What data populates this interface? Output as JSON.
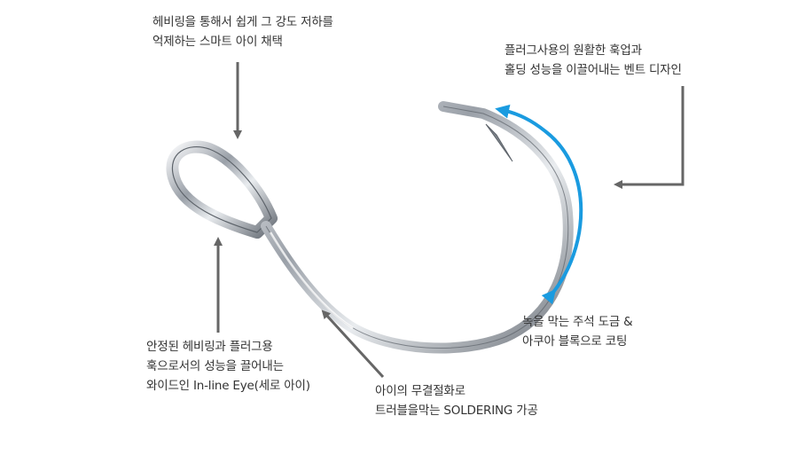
{
  "callouts": [
    {
      "lines": [
        "헤비링을 통해서 쉽게 그 강도 저하를",
        "억제하는 스마트 아이 채택"
      ]
    },
    {
      "lines": [
        "플러그사용의 원활한 훅업과",
        "홀딩 성능을 이끌어내는 벤트 디자인"
      ]
    },
    {
      "lines": [
        "녹을 막는 주석 도금 &",
        "아쿠아 블록으로 코팅"
      ]
    },
    {
      "lines": [
        "안정된 헤비링과 플러그용",
        "훅으로서의 성능을 끌어내는",
        "와이드인 In-line Eye(세로 아이)"
      ]
    },
    {
      "lines": [
        "아이의 무결절화로",
        "트러블을막는 SOLDERING 가공"
      ]
    }
  ],
  "colors": {
    "arrow_gray": "#666666",
    "arc_blue": "#1a9be0",
    "text": "#333333"
  },
  "icons": [
    "fishing-hook-icon"
  ]
}
